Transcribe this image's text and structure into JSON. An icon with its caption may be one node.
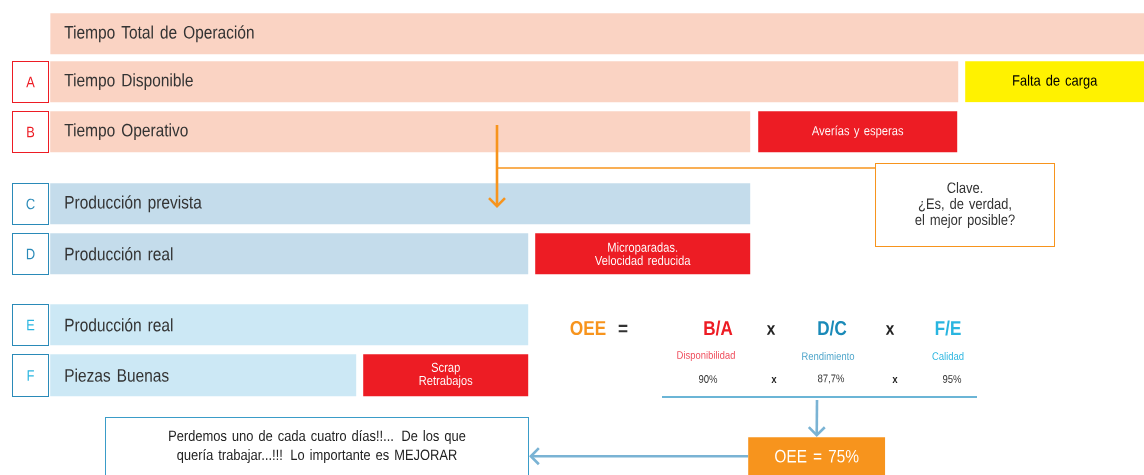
{
  "diagram": {
    "nodes": [
      {
        "text": [
          "Tiempo Total de Operación"
        ]
      },
      {
        "text": [
          "A"
        ]
      },
      {
        "text": [
          "Tiempo Disponible"
        ]
      },
      {
        "text": [
          "Falta de carga"
        ]
      },
      {
        "text": [
          "B"
        ]
      },
      {
        "text": [
          "Tiempo Operativo"
        ]
      },
      {
        "text": [
          "Averías y esperas"
        ]
      },
      {
        "text": [
          "Clave.",
          "¿Es, de verdad, el mejor posible?"
        ]
      },
      {
        "text": [
          "C"
        ]
      },
      {
        "text": [
          "Producción prevista"
        ]
      },
      {
        "text": [
          "D"
        ]
      },
      {
        "text": [
          "Producción real"
        ]
      },
      {
        "text": [
          "Microparadas. Velocidad reducida"
        ]
      },
      {
        "text": [
          "E"
        ]
      },
      {
        "text": [
          "Producción real"
        ]
      },
      {
        "text": [
          "F"
        ]
      },
      {
        "text": [
          "Piezas Buenas"
        ]
      },
      {
        "text": [
          "Scrap Retrabajos"
        ]
      },
      {
        "text": [
          "Perdemos uno de cada cuatro días!!... De los que quería trabajar...!!! Lo importante es MEJORAR"
        ]
      },
      {
        "text": [
          "OEE = 75%"
        ]
      }
    ],
    "edges": [
      {
        "from": 5,
        "to": 9,
        "arrow": "to",
        "color": "#f7941d"
      },
      {
        "from": 7,
        "to": null,
        "arrow": "none",
        "color": "#f7941d"
      },
      {
        "from": null,
        "to": 19,
        "arrow": "to",
        "color": "#7ab3d4"
      },
      {
        "from": 19,
        "to": 18,
        "arrow": "to",
        "color": "#7ab3d4"
      }
    ],
    "labels": [
      "OEE",
      "=",
      "B/A",
      "x",
      "D/C",
      "x",
      "F/E",
      "Disponibilidad",
      "Rendimiento",
      "Calidad",
      "90%",
      "x",
      "87,7%",
      "x",
      "95%"
    ]
  }
}
